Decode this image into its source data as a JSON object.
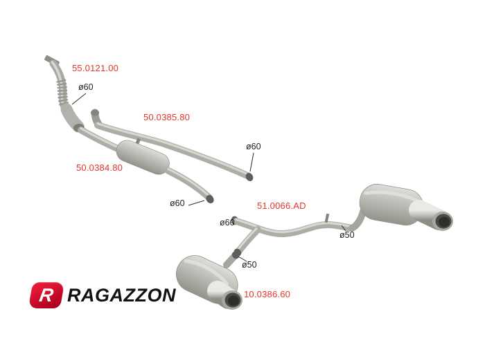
{
  "diagram": {
    "part_numbers": {
      "downpipe": "55.0121.00",
      "center_pipe": "50.0385.80",
      "front_pipe_resonator": "50.0384.80",
      "y_pipe": "51.0066.AD",
      "rear_mufflers": "10.0386.60"
    },
    "diameter_labels": {
      "downpipe": "ø60",
      "center_pipe_end": "ø60",
      "front_pipe_end": "ø60",
      "y_pipe_inlet": "ø60",
      "y_pipe_right_outlet": "ø50",
      "y_pipe_left_outlet": "ø50"
    }
  },
  "logo": {
    "symbol": "R",
    "wordmark": "RAGAZZON"
  },
  "colors": {
    "part_number_red": "#e53528",
    "dimension_black": "#1c1c1c",
    "logo_red": "#cc0a2b",
    "metal_grey": "#b5b5b0"
  }
}
